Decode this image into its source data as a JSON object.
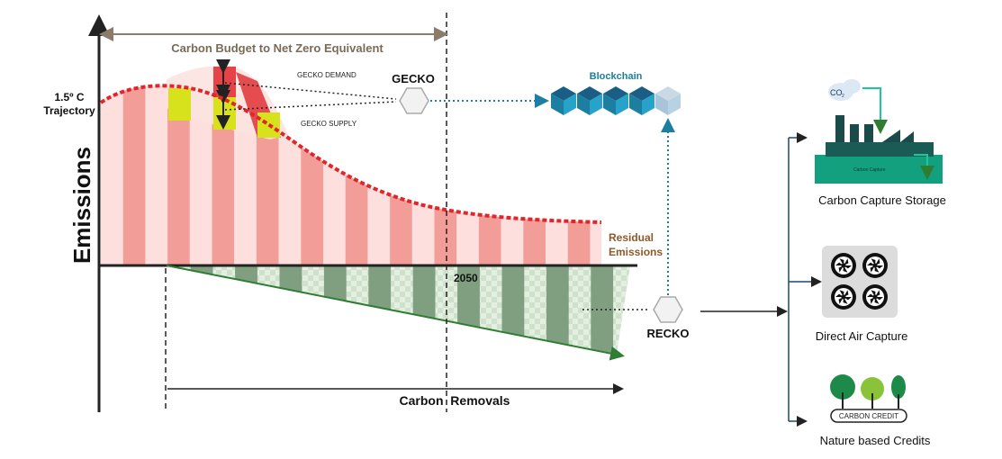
{
  "diagram": {
    "y_axis_label": "Emissions",
    "trajectory_label": [
      "1.5º C",
      "Trajectory"
    ],
    "budget_label": "Carbon Budget to Net Zero Equivalent",
    "gecko_demand": "GECKO DEMAND",
    "gecko_supply": "GECKO SUPPLY",
    "gecko": "GECKO",
    "blockchain": "Blockchain",
    "residual_label": [
      "Residual",
      "Emissions"
    ],
    "year_label": "2050",
    "recko": "RECKO",
    "removals_label": "Carbon  Removals",
    "colors": {
      "emission_stripe": "#f29d98",
      "emission_light": "#fde0dd",
      "removal_stripe": "#7f9f80",
      "removal_light": "#d8e8d4",
      "trajectory": "#e0262b",
      "gecko_highlight": "#d7e21d",
      "blockchain": "#1c7ea0",
      "green_line": "#2e7d32",
      "axis": "#222222"
    }
  },
  "solutions": [
    {
      "name": "Carbon Capture Storage",
      "icon": "carbon-capture-plant-icon",
      "icon_text": "Carbon Capture",
      "co2_text": "CO",
      "co2_sub": "2"
    },
    {
      "name": "Direct Air Capture",
      "icon": "fan-array-icon"
    },
    {
      "name": "Nature based Credits",
      "icon": "tree-icon",
      "icon_text": "CARBON CREDIT"
    }
  ]
}
